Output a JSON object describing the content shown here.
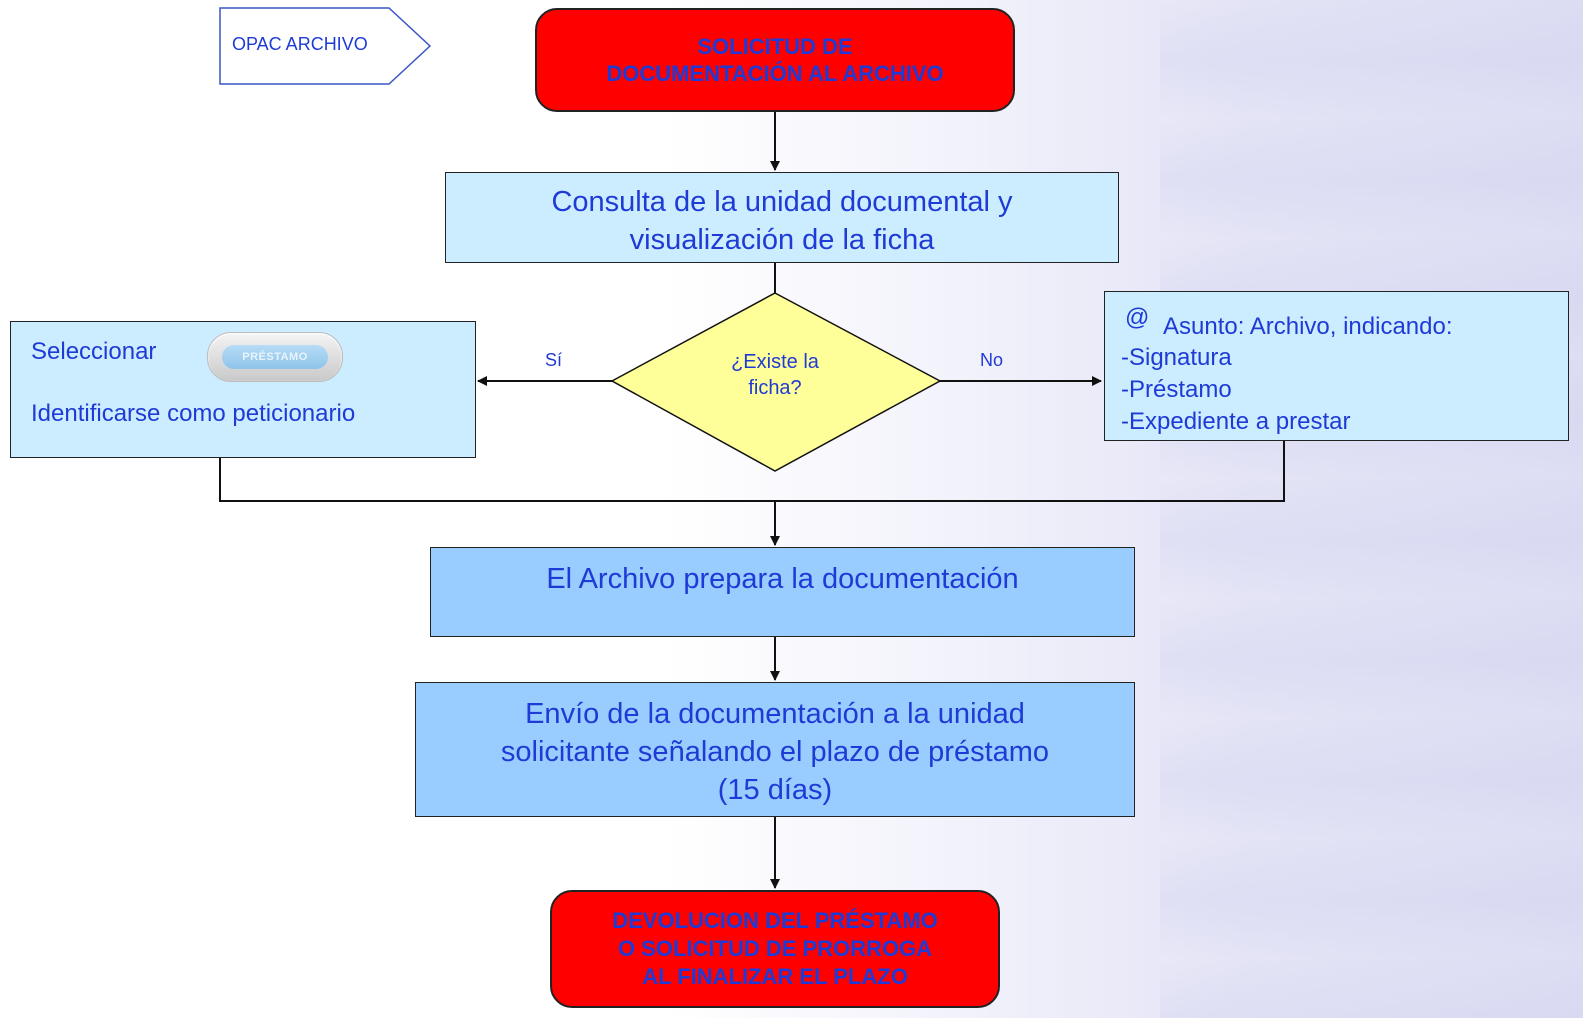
{
  "offpage": {
    "label": "OPAC ARCHIVO"
  },
  "start": {
    "line1": "SOLICITUD DE",
    "line2": "DOCUMENTACIÓN AL ARCHIVO"
  },
  "consulta": {
    "line1": "Consulta de la unidad documental y",
    "line2": "visualización de la ficha"
  },
  "decision": {
    "line1": "¿Existe la",
    "line2": "ficha?",
    "yes_label": "Sí",
    "no_label": "No"
  },
  "left_box": {
    "select_label": "Seleccionar",
    "button_label": "PRÉSTAMO",
    "identify_label": "Identificarse como peticionario"
  },
  "right_box": {
    "at_symbol": "@",
    "subject": "Asunto: Archivo, indicando:",
    "items": [
      "-Signatura",
      "-Préstamo",
      "-Expediente a prestar"
    ]
  },
  "prepara": {
    "text": "El Archivo prepara la documentación"
  },
  "envio": {
    "line1": "Envío de la documentación a la unidad",
    "line2": "solicitante señalando el plazo de préstamo",
    "line3": "(15 días)"
  },
  "end": {
    "line1": "DEVOLUCION DEL PRÉSTAMO",
    "line2": "O SOLICITUD DE PRORROGA",
    "line3": "AL FINALIZAR EL PLAZO"
  },
  "colors": {
    "terminal_fill": "#ff0000",
    "text_blue": "#1f3bd6",
    "light_box": "#ccecff",
    "mid_box": "#99ccff",
    "decision_fill": "#ffff99"
  }
}
